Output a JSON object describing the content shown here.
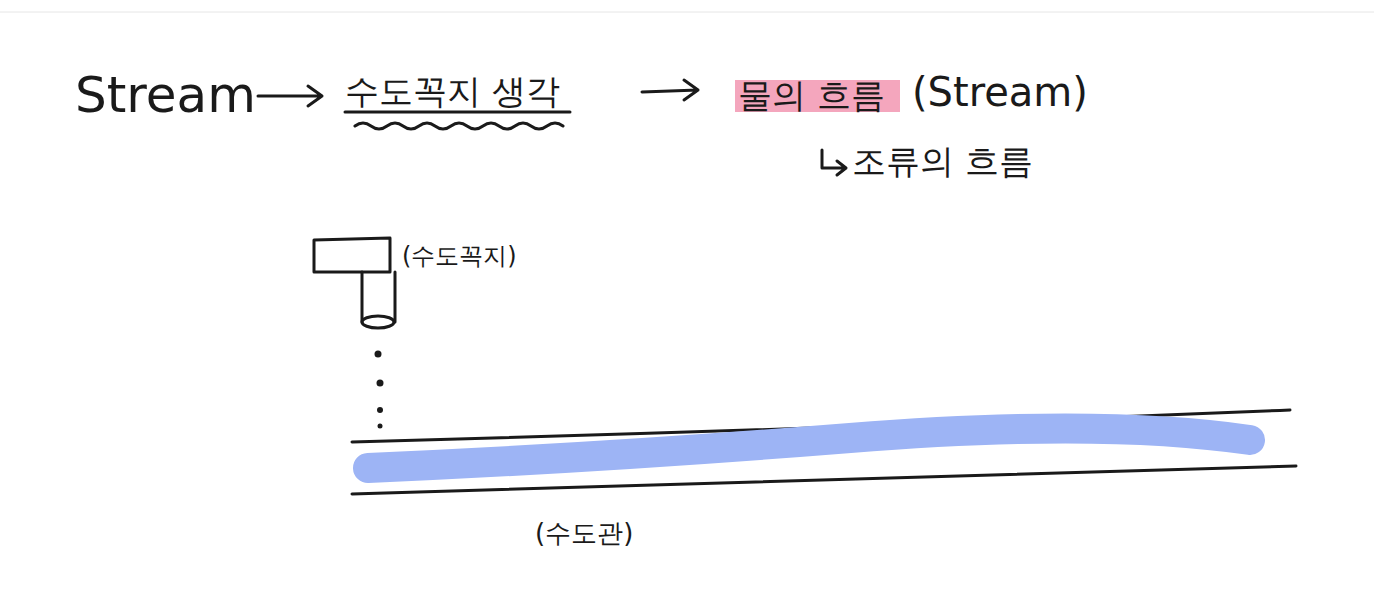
{
  "diagram": {
    "labels": [
      "Stream",
      "수도꼭지 생각",
      "물의 흐름",
      "(Stream)",
      "조류의 흐름",
      "(수도꼭지)",
      "(수도관)"
    ]
  }
}
